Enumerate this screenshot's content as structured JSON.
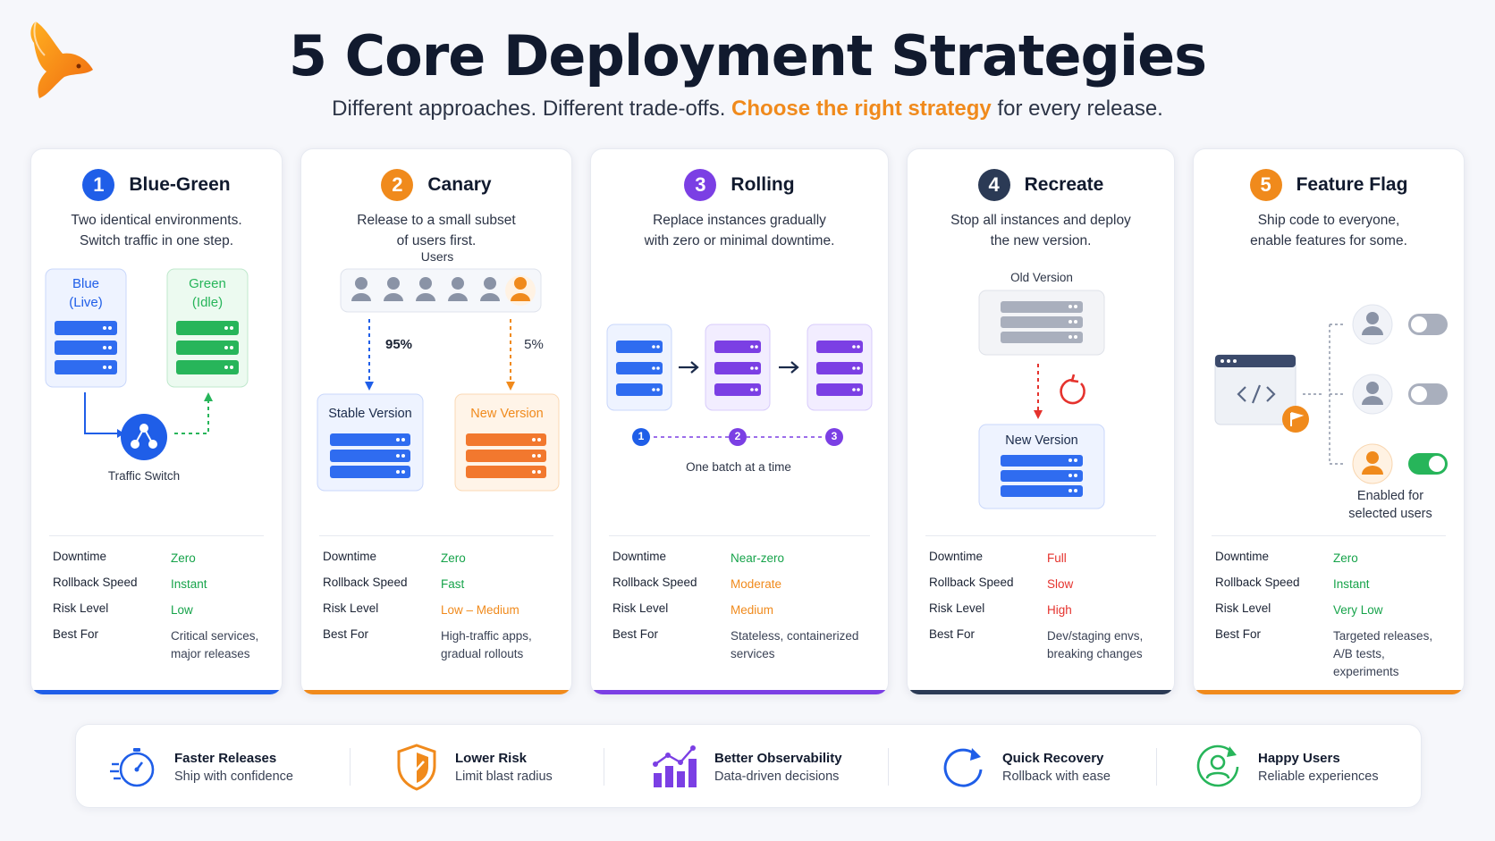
{
  "header": {
    "title": "5 Core Deployment Strategies",
    "subtitle_pre": "Different approaches. Different trade-offs.",
    "subtitle_hl": "Choose the right strategy",
    "subtitle_post": "for every release."
  },
  "labels": {
    "downtime": "Downtime",
    "rollback": "Rollback Speed",
    "risk": "Risk Level",
    "best": "Best For"
  },
  "cards": [
    {
      "num": "1",
      "title": "Blue-Green",
      "desc": [
        "Two identical environments.",
        "Switch traffic in one step."
      ],
      "accent": "#1f5ee8",
      "diagram": {
        "blue_label": [
          "Blue",
          "(Live)"
        ],
        "green_label": [
          "Green",
          "(Idle)"
        ],
        "switch_label": "Traffic Switch"
      },
      "metrics": {
        "downtime": "Zero",
        "rollback": "Instant",
        "risk": "Low",
        "best": [
          "Critical services,",
          "major releases"
        ]
      },
      "colors": {
        "downtime": "#16a34a",
        "rollback": "#16a34a",
        "risk": "#16a34a"
      }
    },
    {
      "num": "2",
      "title": "Canary",
      "desc": [
        "Release to a small subset",
        "of users first."
      ],
      "accent": "#f08a1c",
      "diagram": {
        "users_label": "Users",
        "stable_pct": "95%",
        "new_pct": "5%",
        "stable_label": "Stable Version",
        "new_label": "New Version"
      },
      "metrics": {
        "downtime": "Zero",
        "rollback": "Fast",
        "risk": "Low – Medium",
        "best": [
          "High-traffic apps,",
          "gradual rollouts"
        ]
      },
      "colors": {
        "downtime": "#16a34a",
        "rollback": "#16a34a",
        "risk": "#f08a1c"
      }
    },
    {
      "num": "3",
      "title": "Rolling",
      "desc": [
        "Replace instances gradually",
        "with zero or minimal downtime."
      ],
      "accent": "#7b3fe4",
      "diagram": {
        "steps": [
          "1",
          "2",
          "3"
        ],
        "batch_label": "One batch at a time"
      },
      "metrics": {
        "downtime": "Near-zero",
        "rollback": "Moderate",
        "risk": "Medium",
        "best": [
          "Stateless, containerized",
          "services"
        ]
      },
      "colors": {
        "downtime": "#16a34a",
        "rollback": "#f08a1c",
        "risk": "#f08a1c"
      }
    },
    {
      "num": "4",
      "title": "Recreate",
      "desc": [
        "Stop all instances and deploy",
        "the new version."
      ],
      "accent": "#2b3a55",
      "diagram": {
        "old_label": "Old Version",
        "new_label": "New Version"
      },
      "metrics": {
        "downtime": "Full",
        "rollback": "Slow",
        "risk": "High",
        "best": [
          "Dev/staging envs,",
          "breaking changes"
        ]
      },
      "colors": {
        "downtime": "#e5322d",
        "rollback": "#e5322d",
        "risk": "#e5322d"
      }
    },
    {
      "num": "5",
      "title": "Feature Flag",
      "desc": [
        "Ship code to everyone,",
        "enable features for some."
      ],
      "accent": "#f08a1c",
      "diagram": {
        "enabled_label": [
          "Enabled for",
          "selected users"
        ]
      },
      "metrics": {
        "downtime": "Zero",
        "rollback": "Instant",
        "risk": "Very Low",
        "best": [
          "Targeted releases,",
          "A/B tests, experiments"
        ]
      },
      "colors": {
        "downtime": "#16a34a",
        "rollback": "#16a34a",
        "risk": "#16a34a"
      }
    }
  ],
  "footer": [
    {
      "title": "Faster Releases",
      "sub": "Ship with confidence",
      "icon": "stopwatch-icon"
    },
    {
      "title": "Lower Risk",
      "sub": "Limit blast radius",
      "icon": "shield-icon"
    },
    {
      "title": "Better Observability",
      "sub": "Data-driven decisions",
      "icon": "chart-icon"
    },
    {
      "title": "Quick Recovery",
      "sub": "Rollback with ease",
      "icon": "refresh-icon"
    },
    {
      "title": "Happy Users",
      "sub": "Reliable experiences",
      "icon": "user-refresh-icon"
    }
  ]
}
